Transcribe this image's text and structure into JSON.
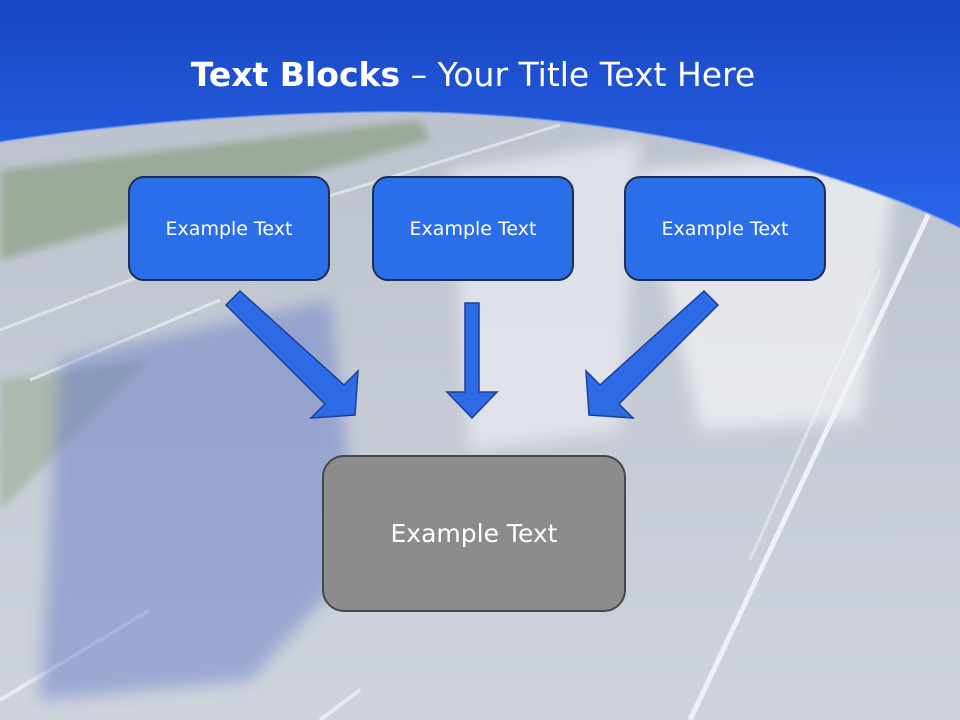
{
  "slide": {
    "title_bold": "Text Blocks",
    "title_dash": " – ",
    "title_rest": "Your Title Text Here"
  },
  "blocks": {
    "top": [
      "Example Text",
      "Example Text",
      "Example Text"
    ],
    "bottom": "Example Text"
  },
  "colors": {
    "header_blue": "#1f57d6",
    "block_blue": "#2a6eea",
    "block_border": "#1d2f55",
    "arrow_fill": "#2e6be6",
    "bottom_block": "#8c8c8c",
    "bottom_border": "#474747"
  }
}
